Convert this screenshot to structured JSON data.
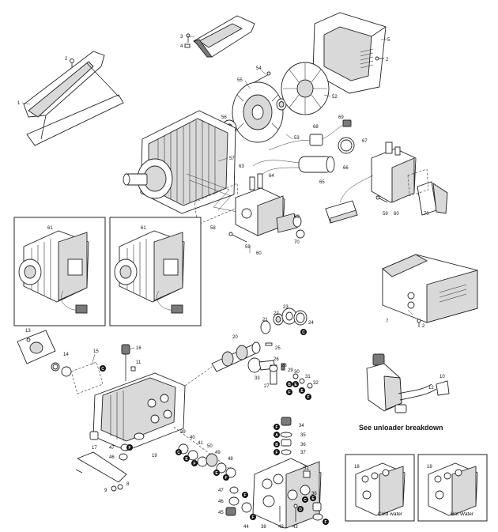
{
  "diagram": {
    "upper_callouts": [
      {
        "id": "c1",
        "text": "1"
      },
      {
        "id": "c2a",
        "text": "2"
      },
      {
        "id": "c3",
        "text": "3"
      },
      {
        "id": "c4",
        "text": "4"
      },
      {
        "id": "c5",
        "text": "5"
      },
      {
        "id": "c2b",
        "text": "2"
      },
      {
        "id": "c55",
        "text": "55"
      },
      {
        "id": "c54",
        "text": "54"
      },
      {
        "id": "c53",
        "text": "53"
      },
      {
        "id": "c52",
        "text": "52"
      },
      {
        "id": "c56",
        "text": "56"
      },
      {
        "id": "c57",
        "text": "57"
      },
      {
        "id": "c69",
        "text": "69"
      },
      {
        "id": "c68",
        "text": "68"
      },
      {
        "id": "c67",
        "text": "67"
      },
      {
        "id": "c66",
        "text": "66"
      },
      {
        "id": "c63",
        "text": "63"
      },
      {
        "id": "c64",
        "text": "64"
      },
      {
        "id": "c65",
        "text": "65"
      },
      {
        "id": "c58",
        "text": "58"
      },
      {
        "id": "c59a",
        "text": "59"
      },
      {
        "id": "c60a",
        "text": "60"
      },
      {
        "id": "c62",
        "text": "62"
      },
      {
        "id": "c70a",
        "text": "70"
      },
      {
        "id": "c59b",
        "text": "59"
      },
      {
        "id": "c60b",
        "text": "60"
      },
      {
        "id": "c70b",
        "text": "70"
      },
      {
        "id": "c61a",
        "text": "61"
      },
      {
        "id": "c61b",
        "text": "61"
      },
      {
        "id": "c7",
        "text": "7"
      },
      {
        "id": "c2c",
        "text": "2"
      }
    ],
    "lower_callouts": [
      {
        "id": "d13",
        "text": "13"
      },
      {
        "id": "d14",
        "text": "14"
      },
      {
        "id": "d15",
        "text": "15"
      },
      {
        "id": "d16",
        "text": "16"
      },
      {
        "id": "d11",
        "text": "11"
      },
      {
        "id": "d20",
        "text": "20"
      },
      {
        "id": "d21",
        "text": "21"
      },
      {
        "id": "d22",
        "text": "22"
      },
      {
        "id": "d23",
        "text": "23"
      },
      {
        "id": "d24",
        "text": "24"
      },
      {
        "id": "d25",
        "text": "25"
      },
      {
        "id": "d26",
        "text": "26"
      },
      {
        "id": "d33",
        "text": "33"
      },
      {
        "id": "d27",
        "text": "27"
      },
      {
        "id": "d28",
        "text": "28"
      },
      {
        "id": "d29",
        "text": "29"
      },
      {
        "id": "d30",
        "text": "30"
      },
      {
        "id": "d31",
        "text": "31"
      },
      {
        "id": "d32",
        "text": "32"
      },
      {
        "id": "d17",
        "text": "17"
      },
      {
        "id": "d47",
        "text": "47"
      },
      {
        "id": "d46",
        "text": "46"
      },
      {
        "id": "d19",
        "text": "19"
      },
      {
        "id": "d9",
        "text": "9"
      },
      {
        "id": "d8",
        "text": "8"
      },
      {
        "id": "d39",
        "text": "39"
      },
      {
        "id": "d40",
        "text": "40"
      },
      {
        "id": "d41",
        "text": "41"
      },
      {
        "id": "d50",
        "text": "50"
      },
      {
        "id": "d49",
        "text": "49"
      },
      {
        "id": "d48",
        "text": "48"
      },
      {
        "id": "d34",
        "text": "34"
      },
      {
        "id": "d35",
        "text": "35"
      },
      {
        "id": "d36",
        "text": "36"
      },
      {
        "id": "d37",
        "text": "37"
      },
      {
        "id": "d51",
        "text": "51"
      },
      {
        "id": "d47b",
        "text": "47"
      },
      {
        "id": "d46b",
        "text": "46"
      },
      {
        "id": "d45",
        "text": "45"
      },
      {
        "id": "d44",
        "text": "44"
      },
      {
        "id": "d38",
        "text": "38"
      },
      {
        "id": "d42",
        "text": "42"
      },
      {
        "id": "d43",
        "text": "43"
      },
      {
        "id": "d36b",
        "text": "36"
      },
      {
        "id": "d10",
        "text": "10"
      },
      {
        "id": "d12",
        "text": "12"
      },
      {
        "id": "d18a",
        "text": "18"
      },
      {
        "id": "d18b",
        "text": "18"
      }
    ],
    "badges": [
      {
        "id": "bC1",
        "text": "C"
      },
      {
        "id": "bC2",
        "text": "C"
      },
      {
        "id": "bB1",
        "text": "B"
      },
      {
        "id": "bE1",
        "text": "E"
      },
      {
        "id": "bF1",
        "text": "F"
      },
      {
        "id": "bE2",
        "text": "E"
      },
      {
        "id": "bF2",
        "text": "F"
      },
      {
        "id": "bC3",
        "text": "C"
      },
      {
        "id": "bE3",
        "text": "E"
      },
      {
        "id": "bF3",
        "text": "F"
      },
      {
        "id": "bE4",
        "text": "E"
      },
      {
        "id": "bF4",
        "text": "F"
      },
      {
        "id": "bF5",
        "text": "F"
      },
      {
        "id": "bA1",
        "text": "A"
      },
      {
        "id": "bB2",
        "text": "B"
      },
      {
        "id": "bF6",
        "text": "F"
      },
      {
        "id": "bF7",
        "text": "F"
      },
      {
        "id": "bC4",
        "text": "C"
      },
      {
        "id": "bD1",
        "text": "D"
      },
      {
        "id": "bF8",
        "text": "F"
      },
      {
        "id": "bF9",
        "text": "F"
      },
      {
        "id": "bE5",
        "text": "E"
      },
      {
        "id": "bF10",
        "text": "F"
      }
    ],
    "captions": {
      "unloader": "See unloader breakdown",
      "cold_water": "Cold water",
      "hot_water": "Hot Water"
    }
  }
}
